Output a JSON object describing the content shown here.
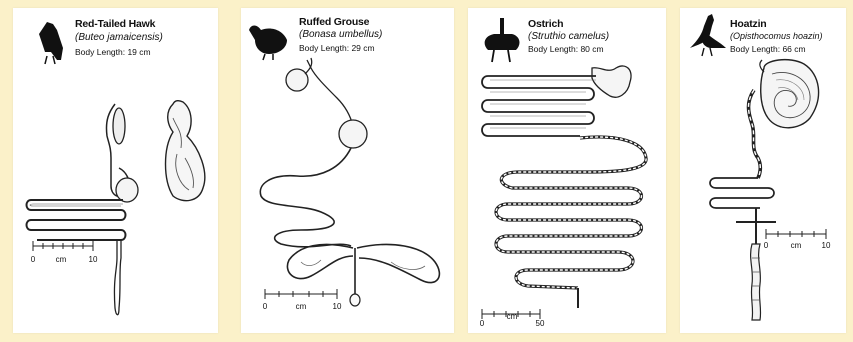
{
  "panels": [
    {
      "title": "Red-Tailed Hawk",
      "scientific": "(Buteo jamaicensis)",
      "body_length": "Body Length: 19 cm",
      "scale": {
        "start": "0",
        "unit": "cm",
        "end": "10"
      }
    },
    {
      "title": "Ruffed Grouse",
      "scientific": "(Bonasa umbellus)",
      "body_length": "Body Length: 29 cm",
      "scale": {
        "start": "0",
        "unit": "cm",
        "end": "10"
      }
    },
    {
      "title": "Ostrich",
      "scientific": "(Struthio camelus)",
      "body_length": "Body Length: 80 cm",
      "scale": {
        "start": "0",
        "unit": "cm",
        "end": "50"
      }
    },
    {
      "title": "Hoatzin",
      "scientific": "(Opisthocomus hoazin)",
      "body_length": "Body Length: 66 cm",
      "scale": {
        "start": "0",
        "unit": "cm",
        "end": "10"
      }
    }
  ],
  "colors": {
    "background": "#fbf1c9",
    "panel": "#ffffff",
    "ink": "#111111"
  },
  "icons": [
    "hawk-silhouette-icon",
    "grouse-silhouette-icon",
    "ostrich-silhouette-icon",
    "hoatzin-silhouette-icon"
  ]
}
